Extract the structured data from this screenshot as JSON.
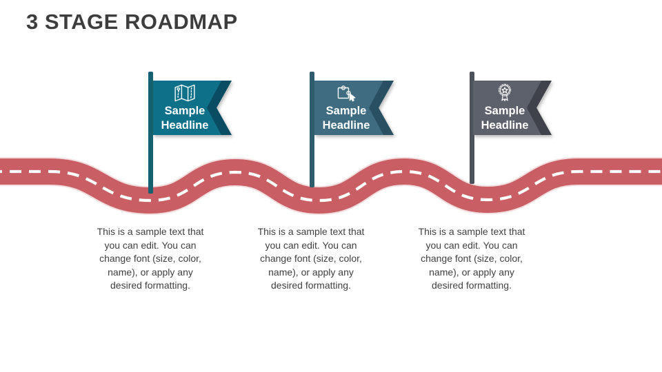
{
  "title": "3 STAGE ROADMAP",
  "road": {
    "surface_color": "#c95f64",
    "edge_glow_color": "#e8bcbe",
    "dash_color": "#ffffff"
  },
  "stages": [
    {
      "headline_line1": "Sample",
      "headline_line2": "Headline",
      "icon": "map-icon",
      "flag_color": "#0f7089",
      "notch_shade_color": "#0a4c61",
      "pole_color": "#16616f",
      "description_lines": [
        "This is a sample text that",
        "you can edit. You can",
        "change font (size, color,",
        "name), or apply any",
        "desired formatting."
      ]
    },
    {
      "headline_line1": "Sample",
      "headline_line2": "Headline",
      "icon": "puzzle-hand-icon",
      "flag_color": "#3f6c80",
      "notch_shade_color": "#295062",
      "pole_color": "#2f5d6d",
      "description_lines": [
        "This is a sample text that",
        "you can edit. You can",
        "change font (size, color,",
        "name), or apply any",
        "desired formatting."
      ]
    },
    {
      "headline_line1": "Sample",
      "headline_line2": "Headline",
      "icon": "award-rosette-icon",
      "flag_color": "#5d616c",
      "notch_shade_color": "#3f424b",
      "pole_color": "#4e525b",
      "description_lines": [
        "This is a sample text that",
        "you can edit. You can",
        "change font (size, color,",
        "name), or apply any",
        "desired formatting."
      ]
    }
  ]
}
